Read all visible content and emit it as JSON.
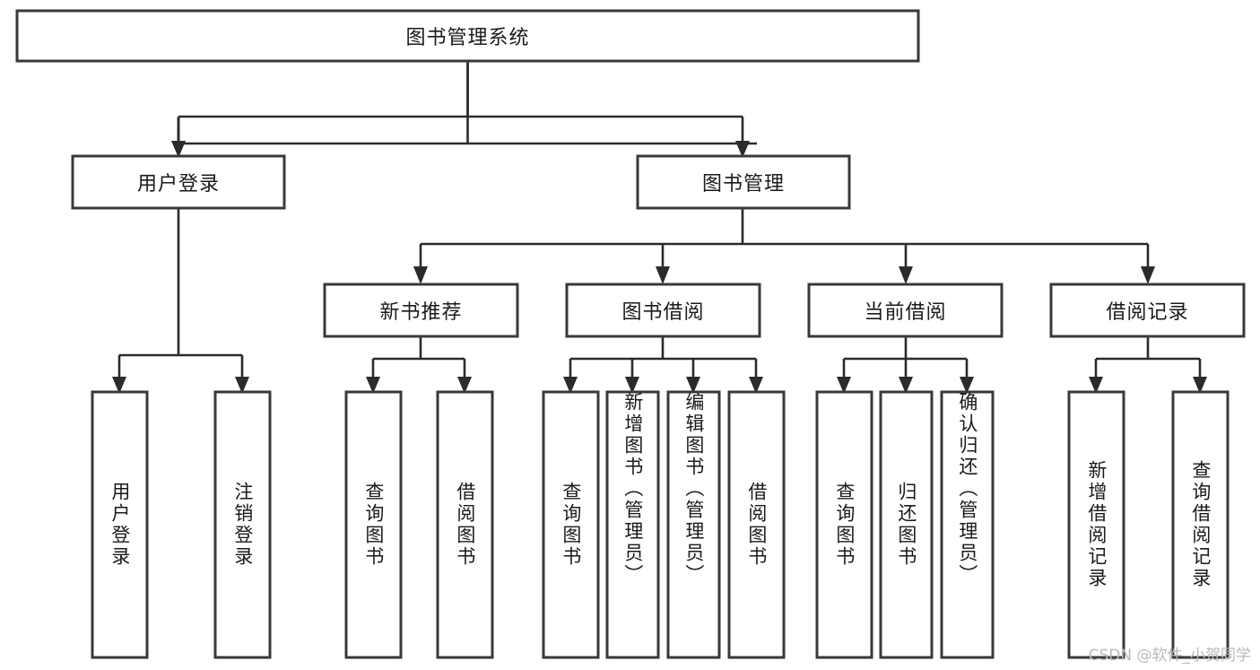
{
  "diagram": {
    "type": "tree-hierarchy",
    "title": "图书管理系统",
    "root": {
      "id": "root",
      "label": "图书管理系统",
      "level": 0
    },
    "level1": [
      {
        "id": "user-login",
        "label": "用户登录"
      },
      {
        "id": "book-management",
        "label": "图书管理"
      }
    ],
    "level2": [
      {
        "id": "new-book-recommend",
        "label": "新书推荐",
        "parent": "book-management"
      },
      {
        "id": "book-borrow",
        "label": "图书借阅",
        "parent": "book-management"
      },
      {
        "id": "current-borrow",
        "label": "当前借阅",
        "parent": "book-management"
      },
      {
        "id": "borrow-record",
        "label": "借阅记录",
        "parent": "book-management"
      }
    ],
    "leaves": {
      "user-login": [
        {
          "id": "leaf-user-login",
          "label": "用户登录"
        },
        {
          "id": "leaf-logout",
          "label": "注销登录"
        }
      ],
      "new-book-recommend": [
        {
          "id": "leaf-query-book-1",
          "label": "查询图书"
        },
        {
          "id": "leaf-borrow-book-1",
          "label": "借阅图书"
        }
      ],
      "book-borrow": [
        {
          "id": "leaf-query-book-2",
          "label": "查询图书"
        },
        {
          "id": "leaf-add-book",
          "label": "新增图书（管理员）"
        },
        {
          "id": "leaf-edit-book",
          "label": "编辑图书（管理员）"
        },
        {
          "id": "leaf-borrow-book-2",
          "label": "借阅图书"
        }
      ],
      "current-borrow": [
        {
          "id": "leaf-query-book-3",
          "label": "查询图书"
        },
        {
          "id": "leaf-return-book",
          "label": "归还图书"
        },
        {
          "id": "leaf-confirm-return",
          "label": "确认归还（管理员）"
        }
      ],
      "borrow-record": [
        {
          "id": "leaf-add-record",
          "label": "新增借阅记录"
        },
        {
          "id": "leaf-query-record",
          "label": "查询借阅记录"
        }
      ]
    },
    "colors": {
      "box_stroke": "#39393b",
      "box_fill": "#ffffff",
      "connector": "#2b2b2d",
      "text": "#1a1a1a",
      "watermark": "#b9b9b9",
      "background": "#ffffff"
    }
  },
  "watermark": {
    "text": "CSDN @软件_小贺同学"
  }
}
